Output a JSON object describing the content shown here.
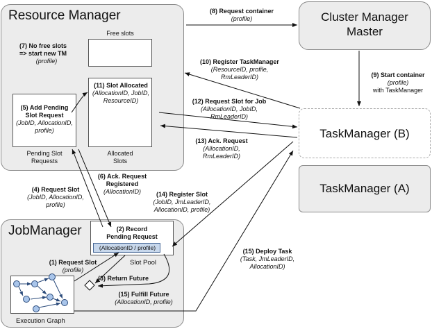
{
  "rm": {
    "title": "Resource Manager",
    "free_slots": "Free slots",
    "no_free_slots_1": "(7) No free slots",
    "no_free_slots_2": "=> start new TM",
    "no_free_slots_3": "(profile)",
    "pending_caption_1": "Pending Slot",
    "pending_caption_2": "Requests",
    "allocated_caption_1": "Allocated",
    "allocated_caption_2": "Slots",
    "add_pending_1": "(5) Add Pending",
    "add_pending_2": "Slot Request",
    "add_pending_3": "(JobID, AllocationID,",
    "add_pending_4": "profile)",
    "slot_alloc_1": "(11) Slot Allocated",
    "slot_alloc_2": "(AllocationID, JobID,",
    "slot_alloc_3": "ResourceID)"
  },
  "cmm": {
    "line1": "Cluster Manager",
    "line2": "Master"
  },
  "tmb": {
    "title": "TaskManager (B)"
  },
  "tma": {
    "title": "TaskManager (A)"
  },
  "jm": {
    "title": "JobManager",
    "record_1": "(2) Record",
    "record_2": "Pending Request",
    "alloc_profile": "(AllocationID / profile)",
    "slot_pool": "Slot Pool",
    "exec_graph": "Execution Graph"
  },
  "labels": {
    "l8_a": "(8) Request container",
    "l8_b": "(profile)",
    "l9_a": "(9) Start container",
    "l9_b": "(profile)",
    "l9_c": "with TaskManager",
    "l10_a": "(10) Register TaskManager",
    "l10_b": "(ResourceID, profile,",
    "l10_c": "RmLeaderID)",
    "l12_a": "(12) Request Slot for Job",
    "l12_b": "(AllocationID, JobID,",
    "l12_c": "RmLeaderID)",
    "l13_a": "(13) Ack. Request",
    "l13_b": "(AllocationID,",
    "l13_c": "RmLeaderID)",
    "l6_a": "(6) Ack. Request",
    "l6_b": "Registered",
    "l6_c": "(AllocationID)",
    "l4_a": "(4) Request Slot",
    "l4_b": "(JobID, AllocationID,",
    "l4_c": "profile)",
    "l14_a": "(14) Register Slot",
    "l14_b": "(JobID, JmLeaderID,",
    "l14_c": "AllocationID, profile)",
    "l15d_a": "(15) Deploy Task",
    "l15d_b": "(Task, JmLeaderID,",
    "l15d_c": "AllocationID)",
    "l1_a": "(1) Request Slot",
    "l1_b": "(profile)",
    "l3_a": "(3) Return Future",
    "l15f_a": "(15) Fulfill Future",
    "l15f_b": "(AllocationID, profile)"
  }
}
